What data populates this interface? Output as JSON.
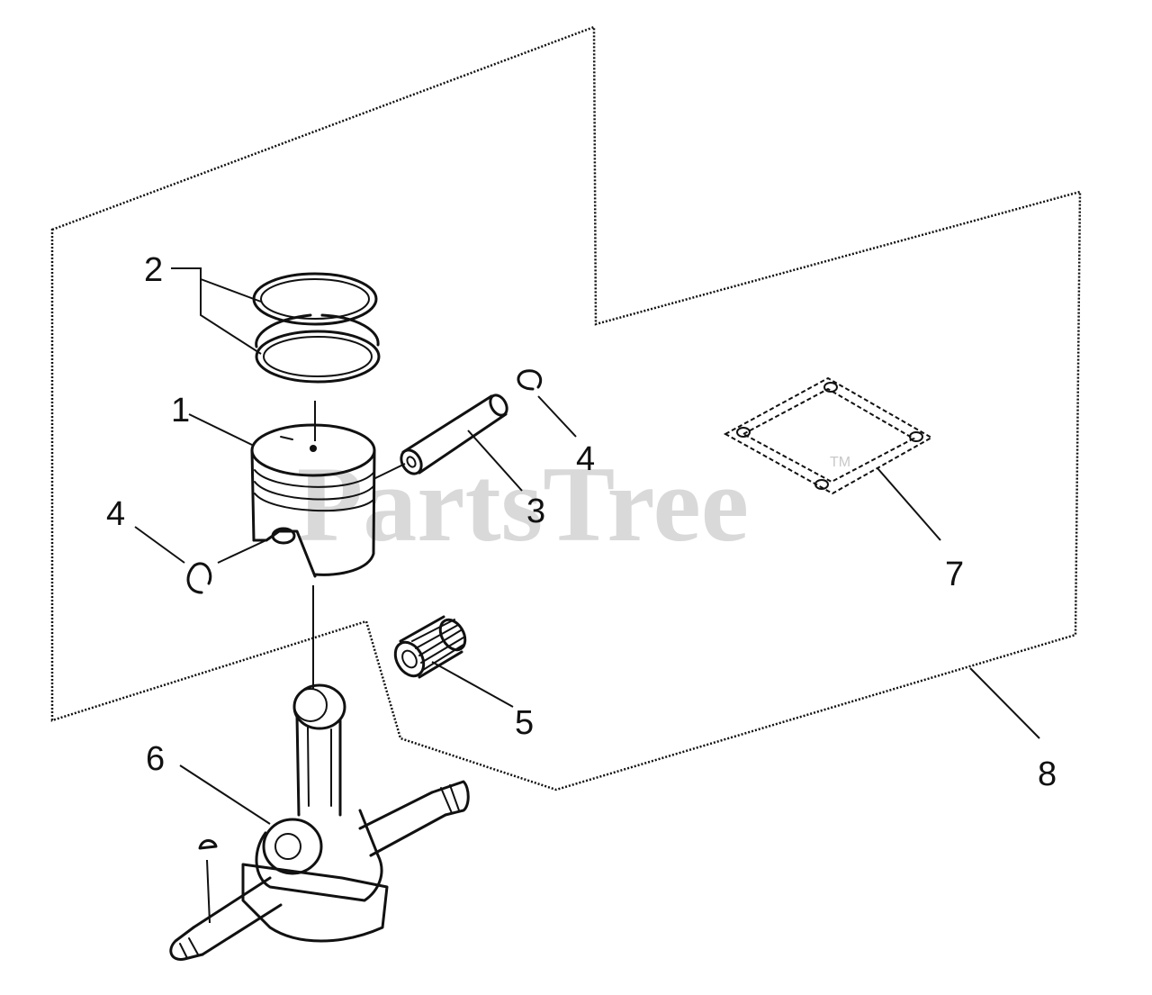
{
  "watermark": {
    "text": "PartsTree",
    "trademark": "TM"
  },
  "callouts": {
    "piston": "1",
    "piston_rings": "2",
    "piston_pin": "3",
    "circlip_right": "4",
    "circlip_left": "4",
    "needle_bearing": "5",
    "crankshaft": "6",
    "gasket": "7",
    "piston_kit": "8"
  },
  "colors": {
    "ink": "#111111",
    "watermark": "#d3d3d3",
    "background": "#ffffff"
  }
}
